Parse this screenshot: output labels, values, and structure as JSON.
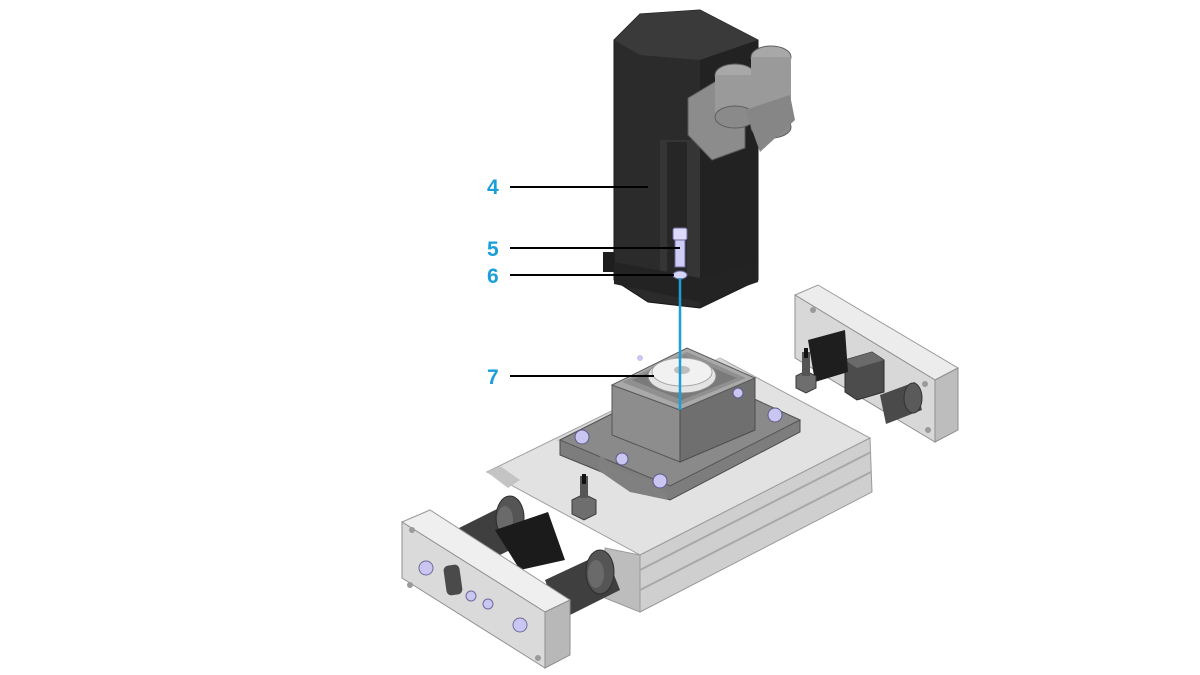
{
  "colors": {
    "accent": "#1a9fd8",
    "leader": "#000000",
    "motor_body": "#2b2b2b",
    "motor_highlight": "#3c3c3c",
    "connector": "#8a8a8a",
    "adapter": "#7e7e7e",
    "slide_body": "#c9c9c9",
    "slide_light": "#e3e3e3",
    "rod": "#4a4a4a",
    "screw": "#c9c6f2"
  },
  "callouts": [
    {
      "id": "4",
      "label": "4",
      "part": "motor"
    },
    {
      "id": "5",
      "label": "5",
      "part": "screw"
    },
    {
      "id": "6",
      "label": "6",
      "part": "washer"
    },
    {
      "id": "7",
      "label": "7",
      "part": "coupling"
    }
  ]
}
